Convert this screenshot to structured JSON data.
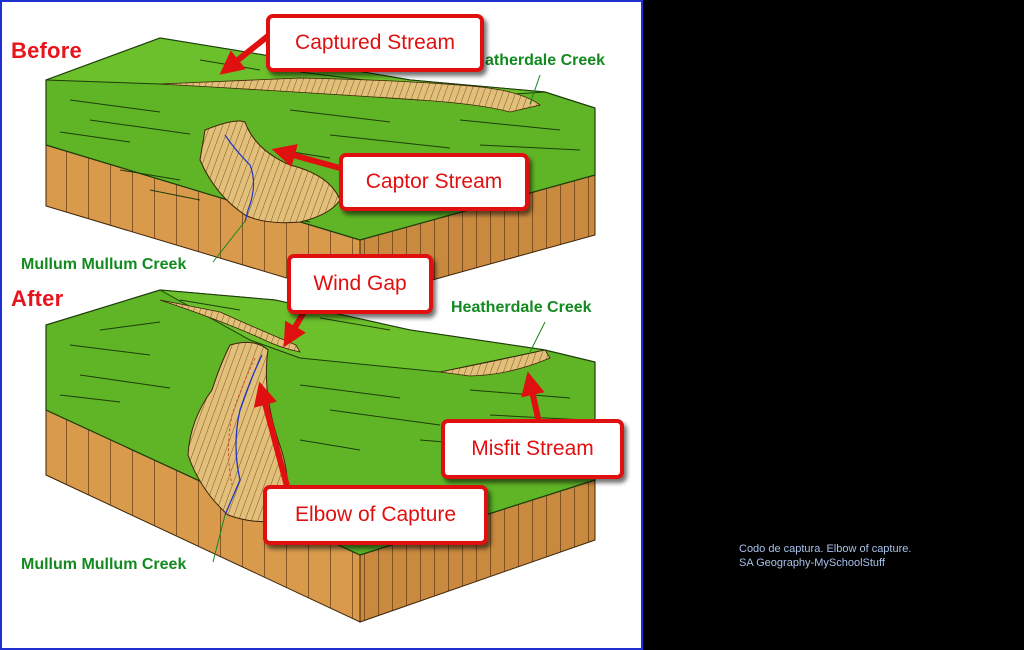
{
  "headings": {
    "before": "Before",
    "after": "After"
  },
  "callouts": {
    "captured_stream": "Captured Stream",
    "captor_stream": "Captor Stream",
    "wind_gap": "Wind Gap",
    "misfit_stream": "Misfit Stream",
    "elbow_of_capture": "Elbow of Capture"
  },
  "creek_labels": {
    "before_heatherdale": "atherdale Creek",
    "before_mullum": "Mullum Mullum Creek",
    "after_heatherdale": "Heatherdale Creek",
    "after_mullum": "Mullum Mullum Creek"
  },
  "caption": {
    "line1": "Codo de captura. Elbow of capture.",
    "line2": "SA Geography-MySchoolStuff"
  },
  "colors": {
    "land_green": "#5fb526",
    "cliff_orange": "#d99a4c",
    "valley_tan": "#e3c07a",
    "callout_red": "#e01010",
    "label_green": "#138a1f",
    "heading_red": "#e8141c",
    "border_blue": "#1f2fd0"
  }
}
